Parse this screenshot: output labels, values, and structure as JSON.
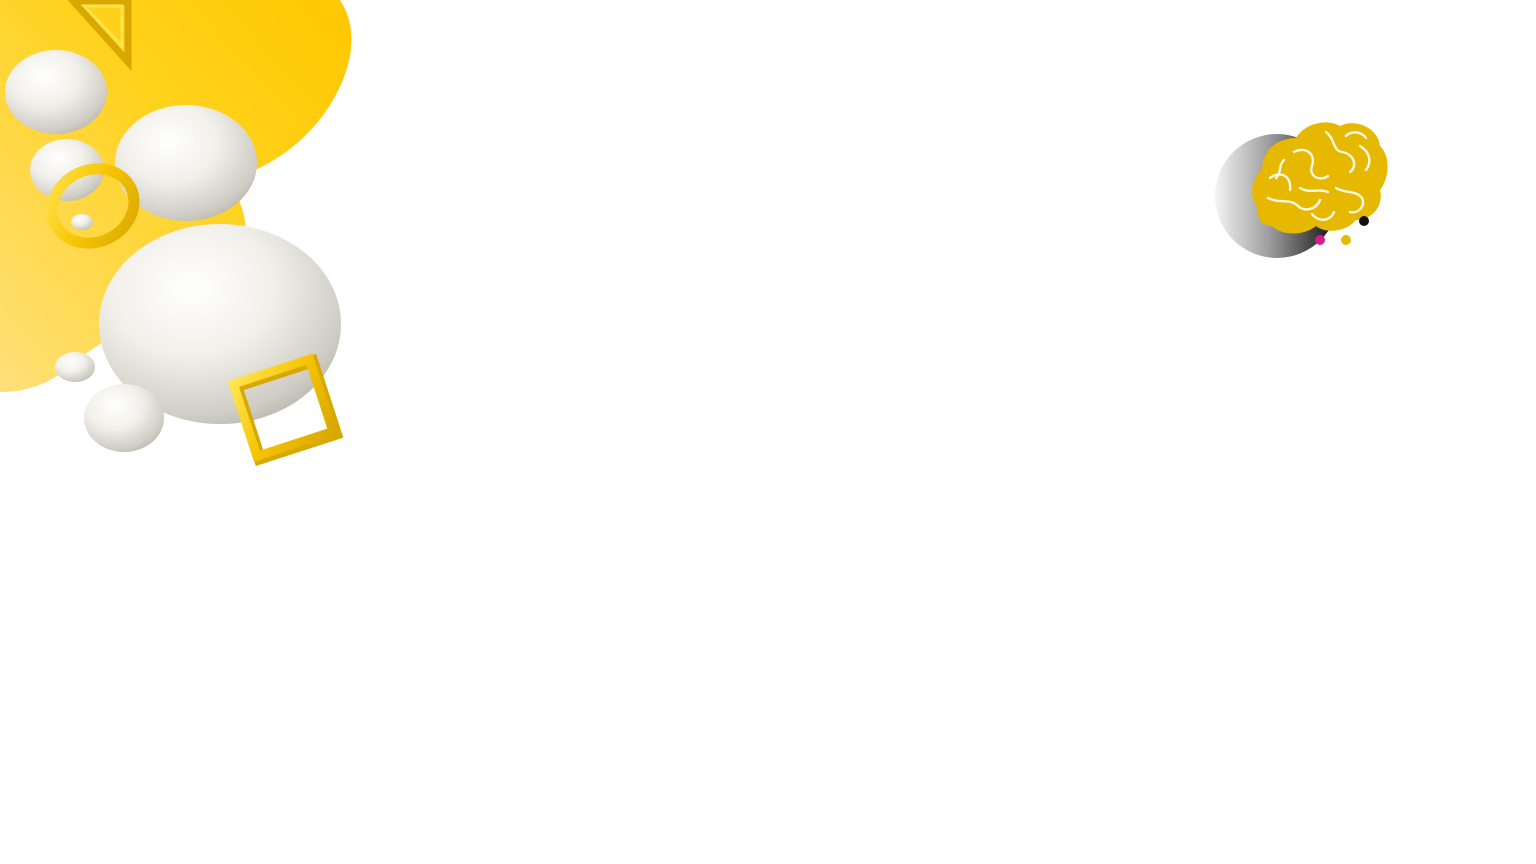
{
  "slide": {
    "background": "#ffffff"
  },
  "decoration": {
    "accent_color": "#f5c400",
    "sphere_color": "#ecebe6",
    "icons": [
      "yellow-blob-shape",
      "white-sphere",
      "gold-ring",
      "gold-square-frame",
      "gold-triangle-frame",
      "brain-logo"
    ]
  },
  "logo": {
    "icon": "brain-icon",
    "brain_color": "#e6b800",
    "dot_colors": [
      "#d81b8c",
      "#e6b800",
      "#111111"
    ]
  }
}
